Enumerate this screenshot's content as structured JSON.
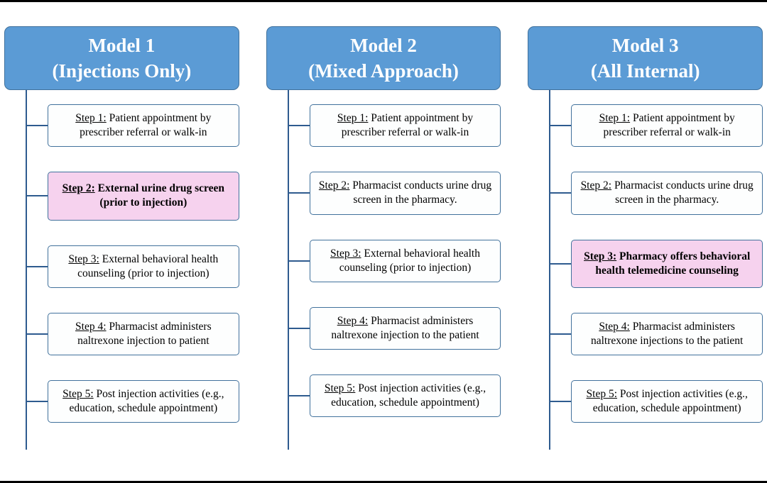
{
  "page": {
    "background_color": "#ffffff",
    "frame_border_color": "#000000",
    "header_fill_color": "#5b9bd5",
    "header_text_color": "#ffffff",
    "box_border_color": "#41719c",
    "connector_color": "#2e5b8f",
    "highlight_color": "#f6d2ee"
  },
  "models": [
    {
      "title_line1": "Model 1",
      "title_line2": "(Injections Only)",
      "steps": [
        {
          "label": "Step 1:",
          "text": "Patient appointment by prescriber referral or walk-in",
          "highlight": false
        },
        {
          "label": "Step 2:",
          "text": "External urine drug screen (prior to injection)",
          "highlight": true
        },
        {
          "label": "Step 3:",
          "text": "External behavioral health counseling (prior to injection)",
          "highlight": false
        },
        {
          "label": "Step 4:",
          "text": "Pharmacist administers naltrexone injection to patient",
          "highlight": false
        },
        {
          "label": "Step 5:",
          "text": "Post injection activities (e.g., education, schedule appointment)",
          "highlight": false
        }
      ]
    },
    {
      "title_line1": "Model 2",
      "title_line2": "(Mixed Approach)",
      "steps": [
        {
          "label": "Step 1:",
          "text": "Patient appointment by prescriber referral or walk-in",
          "highlight": false
        },
        {
          "label": "Step 2:",
          "text": "Pharmacist conducts urine drug screen in the pharmacy.",
          "highlight": false
        },
        {
          "label": "Step 3:",
          "text": "External behavioral health counseling (prior to injection)",
          "highlight": false
        },
        {
          "label": "Step 4:",
          "text": "Pharmacist administers naltrexone injection to the patient",
          "highlight": false
        },
        {
          "label": "Step 5:",
          "text": "Post injection activities (e.g., education, schedule appointment)",
          "highlight": false
        }
      ]
    },
    {
      "title_line1": "Model 3",
      "title_line2": "(All Internal)",
      "steps": [
        {
          "label": "Step 1:",
          "text": "Patient appointment by prescriber referral or walk-in",
          "highlight": false
        },
        {
          "label": "Step 2:",
          "text": "Pharmacist conducts urine drug screen in the pharmacy.",
          "highlight": false
        },
        {
          "label": "Step 3:",
          "text": "Pharmacy offers behavioral health telemedicine counseling",
          "highlight": true
        },
        {
          "label": "Step 4:",
          "text": "Pharmacist administers naltrexone injections to the patient",
          "highlight": false
        },
        {
          "label": "Step 5:",
          "text": "Post injection activities (e.g., education, schedule appointment)",
          "highlight": false
        }
      ]
    }
  ]
}
